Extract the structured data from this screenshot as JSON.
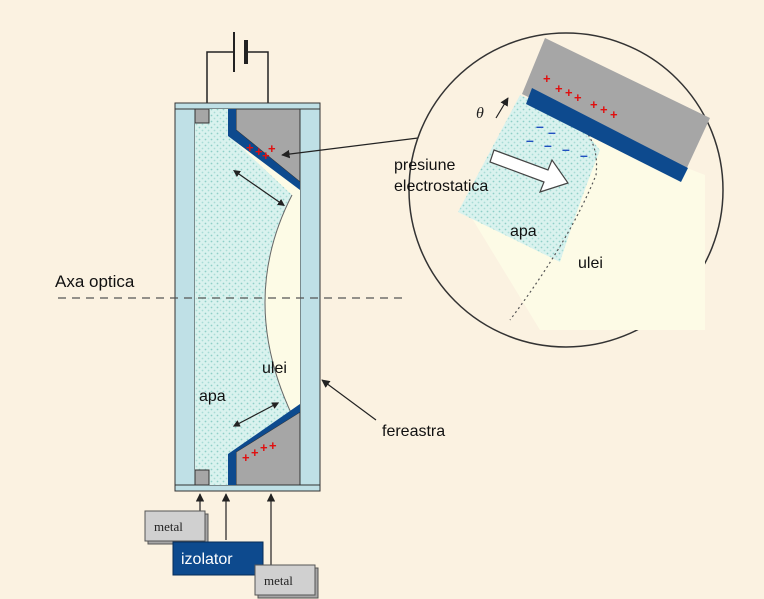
{
  "labels": {
    "axa_optica": "Axa optica",
    "presiune_line1": "presiune",
    "presiune_line2": "electrostatica",
    "apa": "apa",
    "ulei": "ulei",
    "fereastra": "fereastra",
    "metal": "metal",
    "izolator": "izolator",
    "theta": "θ"
  },
  "charges": {
    "plus": "+",
    "minus": "–"
  },
  "colors": {
    "background": "#fbf2e1",
    "glass": "#bfe0e6",
    "water": "#d6f0ec",
    "oil": "#fdfbe6",
    "electrode": "#a6a6a6",
    "insulator": "#0d4a8e",
    "plus_charge": "#e01010",
    "minus_charge": "#2050c0"
  }
}
